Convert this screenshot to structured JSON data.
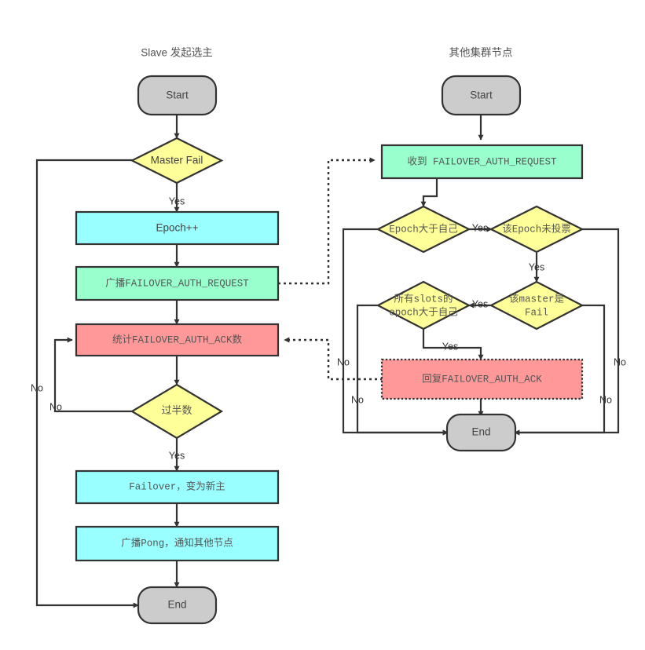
{
  "diagram": {
    "title_left": "Slave 发起选主",
    "title_right": "其他集群节点",
    "colors": {
      "terminal": "#cccccc",
      "process_cyan": "#99ffff",
      "process_green": "#99ffcc",
      "process_red": "#ff9999",
      "decision_yellow": "#ffff99",
      "stroke": "#333333",
      "background": "#ffffff"
    }
  },
  "left_column": {
    "title": "Slave 发起选主",
    "nodes": {
      "start": "Start",
      "master_fail": "Master Fail",
      "epoch_inc": "Epoch++",
      "broadcast_request": "广播FAILOVER_AUTH_REQUEST",
      "count_ack": "统计FAILOVER_AUTH_ACK数",
      "majority": "过半数",
      "failover": "Failover，变为新主",
      "broadcast_pong": "广播Pong，通知其他节点",
      "end": "End"
    },
    "edge_labels": {
      "master_fail_yes": "Yes",
      "master_fail_no": "No",
      "majority_yes": "Yes",
      "majority_no": "No"
    }
  },
  "right_column": {
    "title": "其他集群节点",
    "nodes": {
      "start": "Start",
      "receive_request": "收到 FAILOVER_AUTH_REQUEST",
      "epoch_greater": "Epoch大于自己",
      "epoch_not_voted": "该Epoch未投票",
      "slots_epoch_greater": "所有slots的\nepoch大于自己",
      "master_is_fail": "该master是\nFail",
      "reply_ack": "回复FAILOVER_AUTH_ACK",
      "end": "End"
    },
    "node_lines": {
      "slots_epoch_greater_line1": "所有slots的",
      "slots_epoch_greater_line2": "epoch大于自己",
      "master_is_fail_line1": "该master是",
      "master_is_fail_line2": "Fail"
    },
    "edge_labels": {
      "epoch_greater_yes": "Yes",
      "epoch_greater_no": "No",
      "epoch_not_voted_yes": "Yes",
      "epoch_not_voted_no": "No",
      "slots_epoch_yes": "Yes",
      "slots_epoch_no": "No",
      "master_fail_yes": "Yes",
      "master_fail_no": "No"
    }
  }
}
